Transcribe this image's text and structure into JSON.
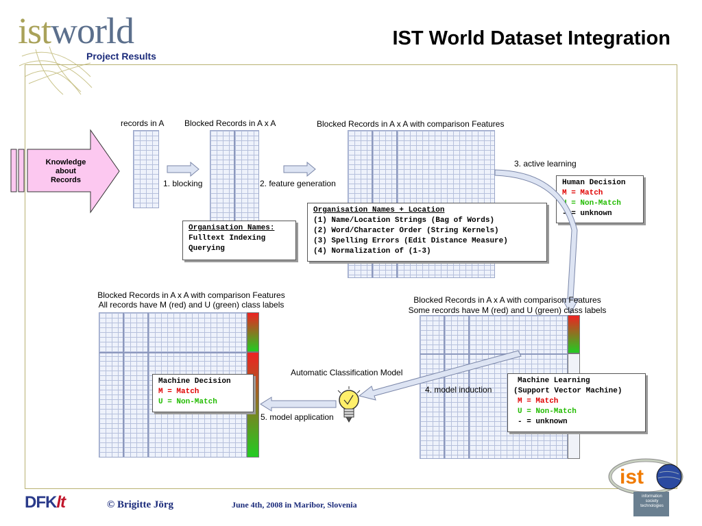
{
  "header": {
    "logo_part1": "ist",
    "logo_part2": "world",
    "subtitle": "Project Results",
    "title": "IST World Dataset Integration"
  },
  "knowledge": "Knowledge\nabout\nRecords",
  "labels": {
    "records_in_a": "records in A",
    "blocked_axa": "Blocked Records in A x A",
    "blocked_features": "Blocked Records in A x A with comparison Features",
    "step1": "1. blocking",
    "step2": "2. feature generation",
    "step3": "3. active learning",
    "all_records_line1": "Blocked Records in A x A with comparison Features",
    "all_records_line2": "All records have M (red) and U (green) class labels",
    "some_records_line1": "Blocked Records in A x A with comparison Features",
    "some_records_line2": "Some records have M (red) and U (green) class labels",
    "auto_model": "Automatic Classification Model",
    "step4": "4. model induction",
    "step5": "5. model application"
  },
  "boxes": {
    "org_names": {
      "title": "Organisation Names:",
      "line1": "Fulltext Indexing",
      "line2": "Querying"
    },
    "org_location": {
      "title": "Organisation Names + Location",
      "line1": "(1) Name/Location Strings (Bag of Words)",
      "line2": "(2) Word/Character Order (String Kernels)",
      "line3": "(3) Spelling Errors (Edit Distance Measure)",
      "line4": "(4) Normalization of (1-3)"
    },
    "human_decision": {
      "title": "Human Decision",
      "m": "M = Match",
      "u": "U = Non-Match",
      "unknown": "- = unknown"
    },
    "machine_decision": {
      "title": "Machine Decision",
      "m": "M = Match",
      "u": "U = Non-Match"
    },
    "machine_learning": {
      "title": "Machine Learning",
      "subtitle": "(Support Vector Machine)",
      "m": "M = Match",
      "u": "U = Non-Match",
      "unknown": "- = unknown"
    }
  },
  "footer": {
    "author": "© Brigitte Jörg",
    "date": "June 4th, 2008 in Maribor, Slovenia",
    "dfki_part1": "DFK",
    "dfki_part2": "lt",
    "ist_word": "ist",
    "ist_small": "information society technologies"
  },
  "colors": {
    "match": "#e00000",
    "non_match": "#22bb00",
    "grid": "#eef2fb",
    "arrow": "#dde4f3"
  }
}
